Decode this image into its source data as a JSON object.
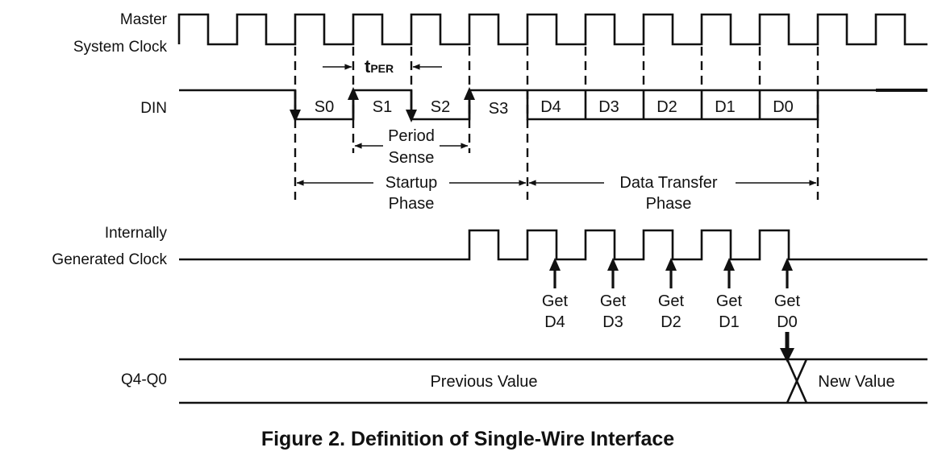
{
  "signals": {
    "master_clock_line1": "Master",
    "master_clock_line2": "System Clock",
    "din": "DIN",
    "internal_clock_line1": "Internally",
    "internal_clock_line2": "Generated  Clock",
    "q": "Q4-Q0"
  },
  "tper": {
    "main": "t",
    "sub": "PER"
  },
  "startup_bits": [
    "S0",
    "S1",
    "S2",
    "S3"
  ],
  "data_bits": [
    "D4",
    "D3",
    "D2",
    "D1",
    "D0"
  ],
  "period_sense": {
    "line1": "Period",
    "line2": "Sense"
  },
  "startup_phase": {
    "line1": "Startup",
    "line2": "Phase"
  },
  "data_phase": {
    "line1": "Data Transfer",
    "line2": "Phase"
  },
  "get_labels": [
    {
      "line1": "Get",
      "line2": "D4"
    },
    {
      "line1": "Get",
      "line2": "D3"
    },
    {
      "line1": "Get",
      "line2": "D2"
    },
    {
      "line1": "Get",
      "line2": "D1"
    },
    {
      "line1": "Get",
      "line2": "D0"
    }
  ],
  "q_values": {
    "previous": "Previous Value",
    "new": "New Value"
  },
  "caption": "Figure 2.  Definition of Single-Wire Interface"
}
